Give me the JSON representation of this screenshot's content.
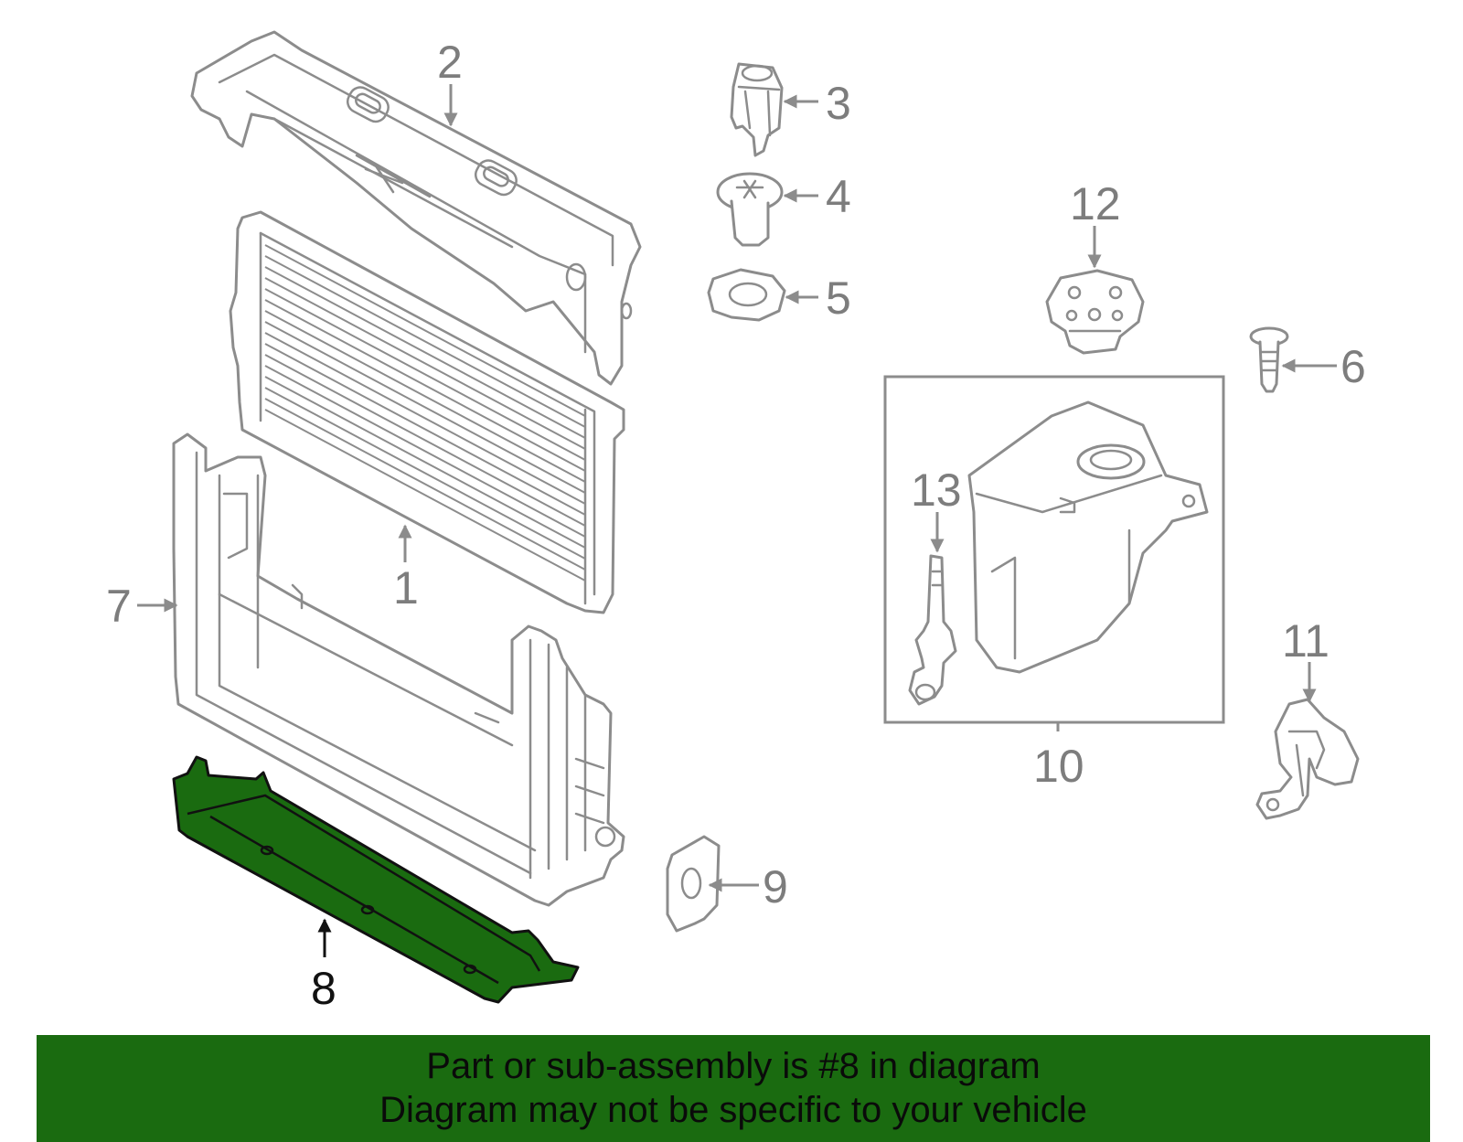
{
  "callouts": {
    "c1": "1",
    "c2": "2",
    "c3": "3",
    "c4": "4",
    "c5": "5",
    "c6": "6",
    "c7": "7",
    "c8": "8",
    "c9": "9",
    "c10": "10",
    "c11": "11",
    "c12": "12",
    "c13": "13"
  },
  "highlight_color": "#1a6b10",
  "banner": {
    "line1": "Part or sub-assembly is #8 in diagram",
    "line2": "Diagram may not be specific to your vehicle"
  }
}
